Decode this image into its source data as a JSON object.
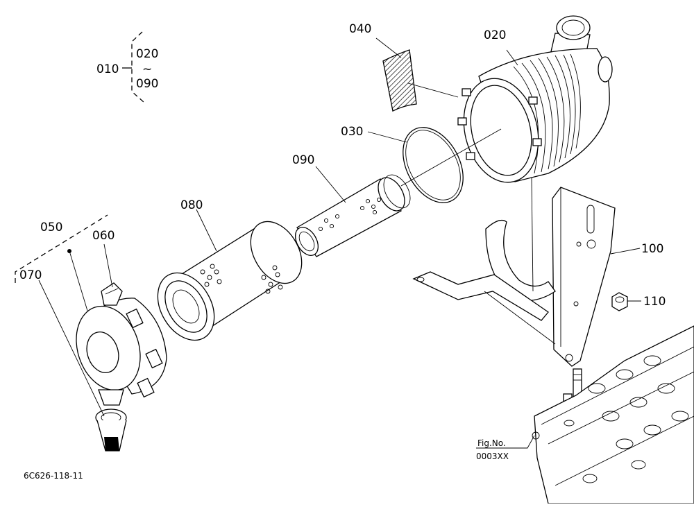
{
  "group": {
    "label": "010",
    "range_start": "020",
    "tilde": "~",
    "range_end": "090"
  },
  "parts": {
    "p020": "020",
    "p030": "030",
    "p040": "040",
    "p050": "050",
    "p060": "060",
    "p070": "070",
    "p080": "080",
    "p090": "090",
    "p100": "100",
    "p110": "110"
  },
  "figure": {
    "caption_line1": "Fig.No.",
    "caption_line2": "0003XX",
    "drawing_id": "6C626-118-11"
  }
}
